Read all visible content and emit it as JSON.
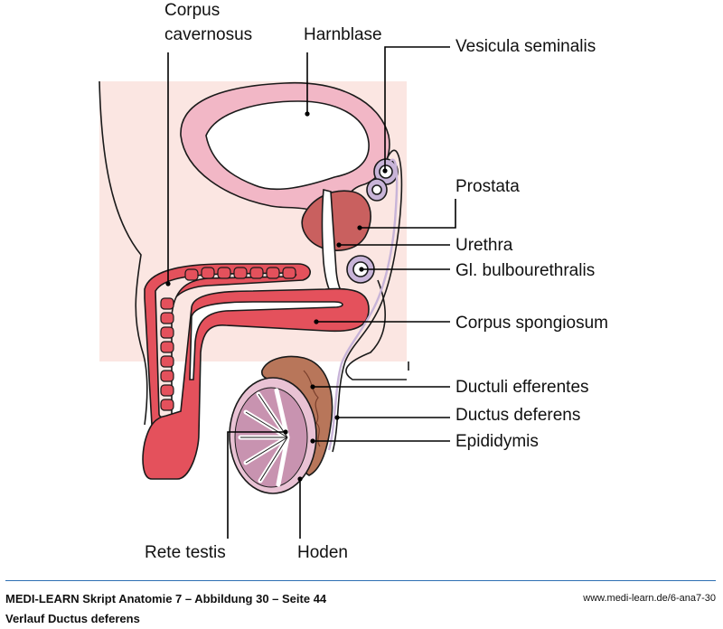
{
  "labels": {
    "corpus_cavernosus_1": "Corpus",
    "corpus_cavernosus_2": "cavernosus",
    "harnblase": "Harnblase",
    "vesicula_seminalis": "Vesicula seminalis",
    "prostata": "Prostata",
    "urethra": "Urethra",
    "gl_bulbourethralis": "Gl. bulbourethralis",
    "corpus_spongiosum": "Corpus spongiosum",
    "ductuli_efferentes": "Ductuli efferentes",
    "ductus_deferens": "Ductus deferens",
    "epididymis": "Epididymis",
    "rete_testis": "Rete testis",
    "hoden": "Hoden"
  },
  "footer": {
    "caption_line1": "MEDI-LEARN Skript Anatomie 7 – Abbildung 30 – Seite 44",
    "caption_line2": "Verlauf Ductus deferens",
    "url": "www.medi-learn.de/6-ana7-30"
  },
  "colors": {
    "background_panel": "#fbe6e2",
    "erectile_tissue": "#e4515c",
    "bladder": "#f2b7c6",
    "prostate": "#c9605f",
    "gland": "#c8b4d8",
    "epididymis": "#b8765a",
    "testis": "#c893b0",
    "footer_rule": "#2e6fb3"
  }
}
